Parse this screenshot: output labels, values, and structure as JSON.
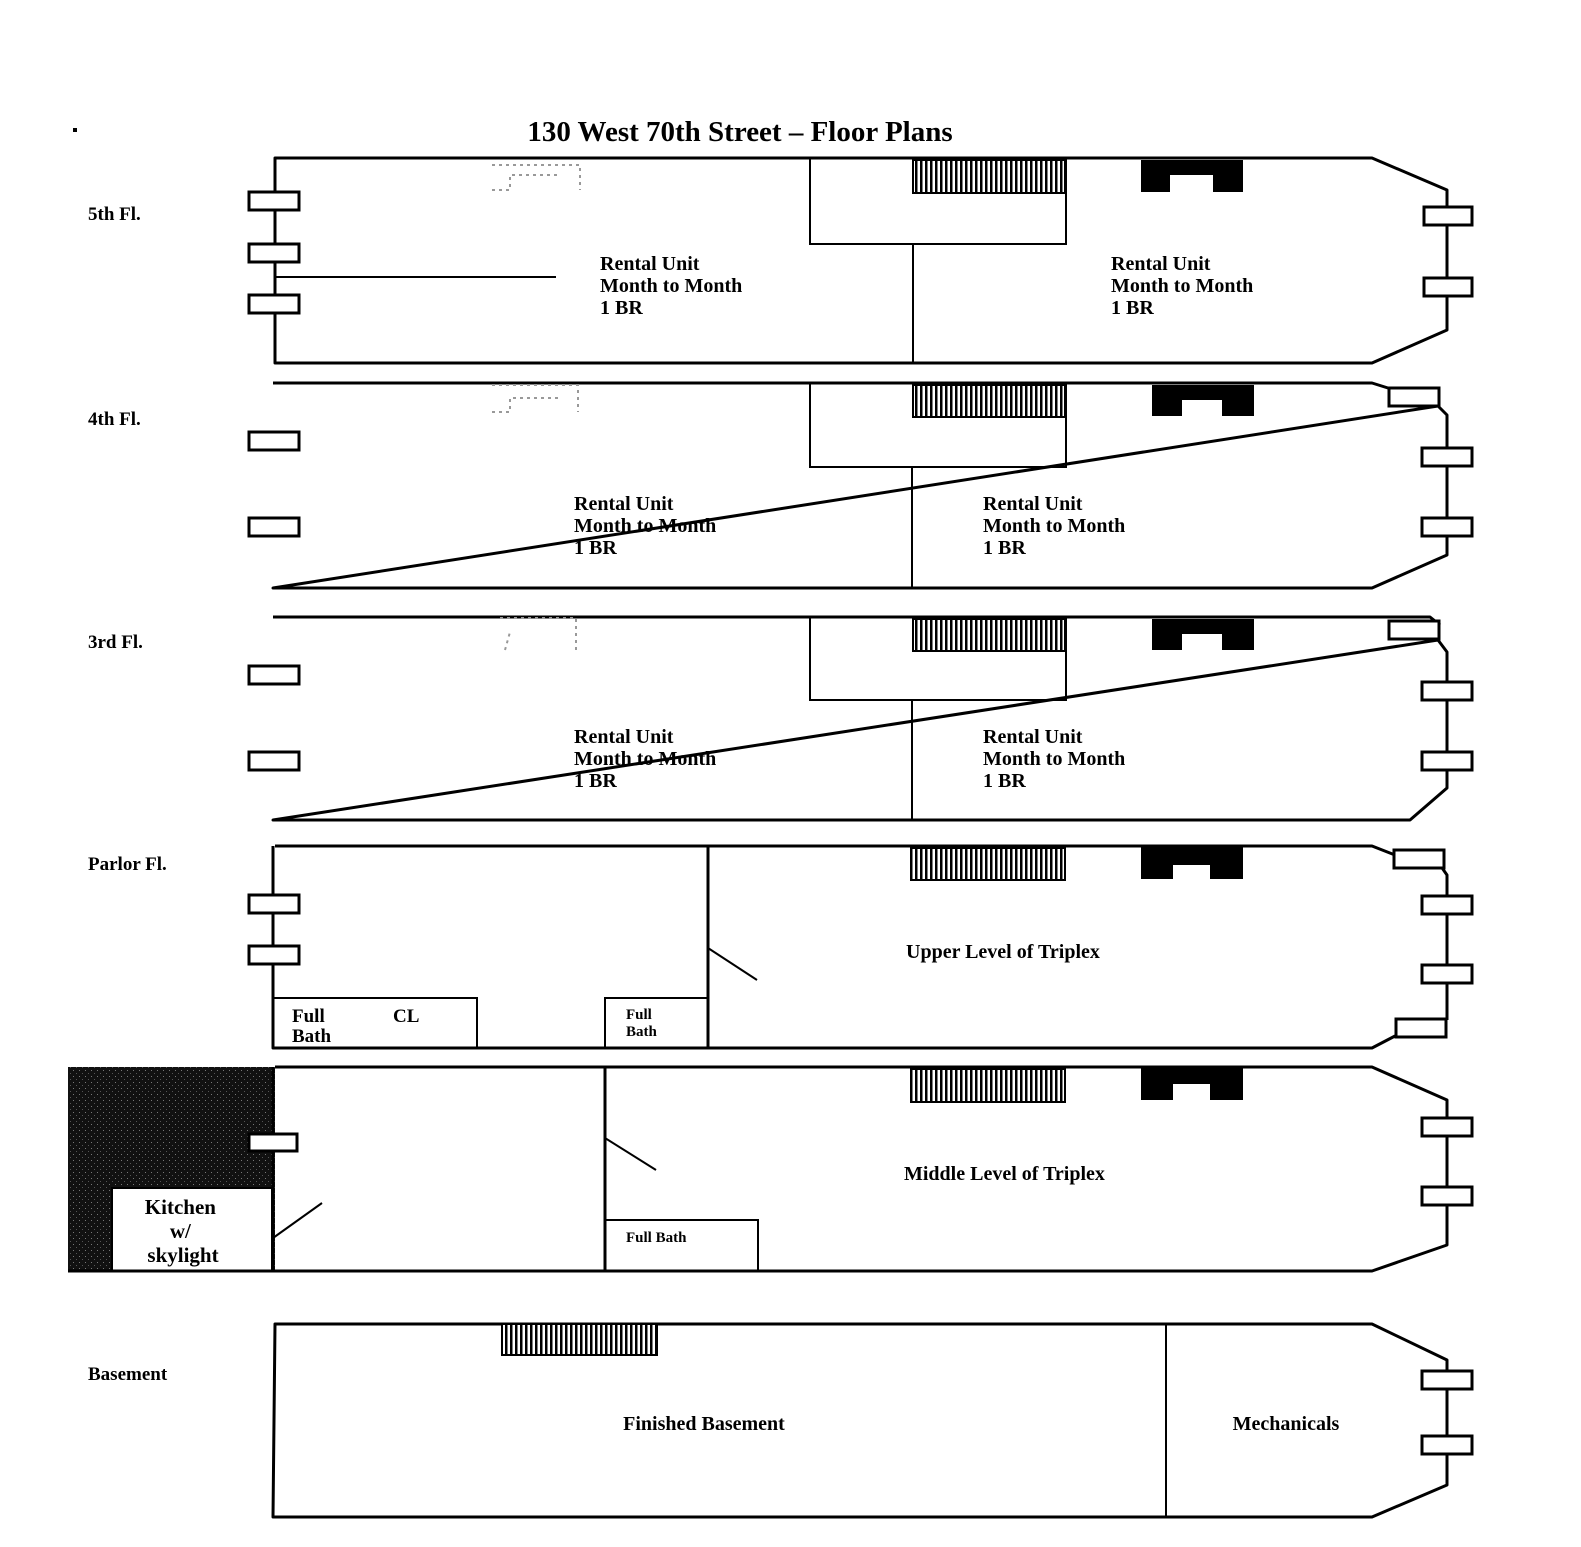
{
  "title": "130 West 70th Street – Floor Plans",
  "floors": [
    {
      "label": "5th Fl.",
      "rooms": [
        {
          "lines": [
            "Rental Unit",
            "Month to Month",
            "1 BR"
          ]
        },
        {
          "lines": [
            "Rental Unit",
            "Month to Month",
            "1 BR"
          ]
        }
      ]
    },
    {
      "label": "4th Fl.",
      "rooms": [
        {
          "lines": [
            "Rental Unit",
            "Month to Month",
            "1 BR"
          ]
        },
        {
          "lines": [
            "Rental Unit",
            "Month to Month",
            "1 BR"
          ]
        }
      ]
    },
    {
      "label": "3rd Fl.",
      "rooms": [
        {
          "lines": [
            "Rental Unit",
            "Month to Month",
            "1 BR"
          ]
        },
        {
          "lines": [
            "Rental Unit",
            "Month to Month",
            "1 BR"
          ]
        }
      ]
    },
    {
      "label": "Parlor Fl.",
      "rooms": [
        {
          "lines": [
            "Upper Level of Triplex"
          ]
        },
        {
          "lines": [
            "Full",
            "Bath"
          ]
        },
        {
          "lines": [
            "CL"
          ]
        },
        {
          "lines": [
            "Full",
            "Bath"
          ]
        }
      ]
    },
    {
      "label": "",
      "rooms": [
        {
          "lines": [
            "Middle Level of Triplex"
          ]
        },
        {
          "lines": [
            "Kitchen",
            "w/",
            "skylight"
          ]
        },
        {
          "lines": [
            "Full Bath"
          ]
        }
      ]
    },
    {
      "label": "Basement",
      "rooms": [
        {
          "lines": [
            "Finished Basement"
          ]
        },
        {
          "lines": [
            "Mechanicals"
          ]
        }
      ]
    }
  ]
}
